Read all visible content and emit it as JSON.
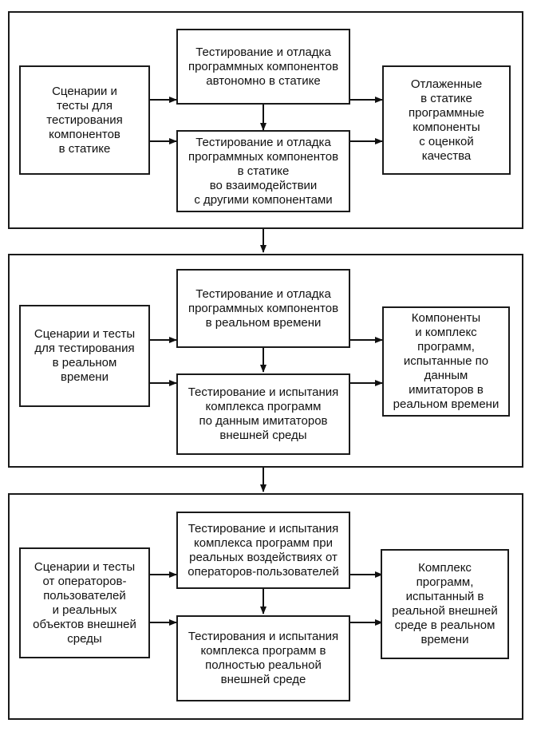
{
  "stages": [
    {
      "inputs": "Сценарии и\nтесты для\nтестирования\nкомпонентов\nв статике",
      "step_top": "Тестирование и отладка\nпрограммных компонентов\nавтономно в статике",
      "step_bottom": "Тестирование и отладка\nпрограммных компонентов\nв статике\nво взаимодействии\nс другими компонентами",
      "result": "Отлаженные\nв статике\nпрограммные\nкомпоненты\nс оценкой\nкачества"
    },
    {
      "inputs": "Сценарии и тесты\nдля тестирования\nв реальном\nвремени",
      "step_top": "Тестирование и отладка\nпрограммных компонентов\nв реальном времени",
      "step_bottom": "Тестирование и испытания\nкомплекса программ\nпо данным имитаторов\nвнешней среды",
      "result": "Компоненты\nи комплекс\nпрограмм,\nиспытанные по\nданным\nимитаторов в\nреальном времени"
    },
    {
      "inputs": "Сценарии и тесты\nот операторов-\nпользователей\nи реальных\nобъектов внешней\nсреды",
      "step_top": "Тестирование и испытания\nкомплекса программ при\nреальных воздействиях от\nоператоров-пользователей",
      "step_bottom": "Тестирования и испытания\nкомплекса программ в\nполностью реальной\nвнешней среде",
      "result": "Комплекс\nпрограмм,\nиспытанный в\nреальной внешней\nсреде в реальном\nвремени"
    }
  ]
}
